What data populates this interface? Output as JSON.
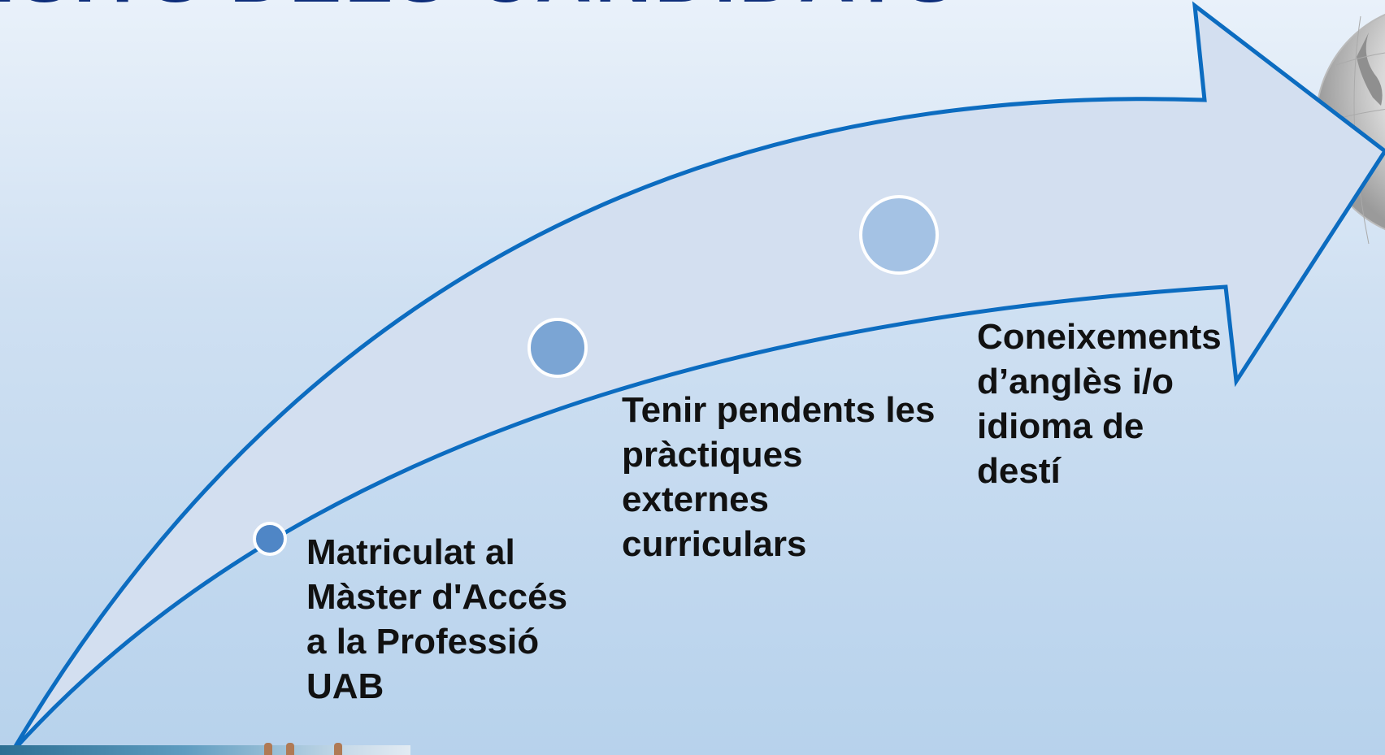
{
  "slide": {
    "title_fragment": "ISITS DELS CANDIDATS",
    "steps": [
      {
        "text": "Matriculat al\nMàster d'Accés\na la Professió\nUAB"
      },
      {
        "text": "Tenir pendents les\npràctiques\nexternes\ncurriculars"
      },
      {
        "text": "Coneixements\nd’anglès i/o\nidioma de\ndestí"
      }
    ]
  },
  "colors": {
    "arrow_outline": "#0c6cc0",
    "arrow_fill": "#d3dff0",
    "title": "#0d2d7a",
    "node_small": "#4f86c6",
    "node_medium": "#7ba5d4",
    "node_large": "#a4c2e4"
  }
}
